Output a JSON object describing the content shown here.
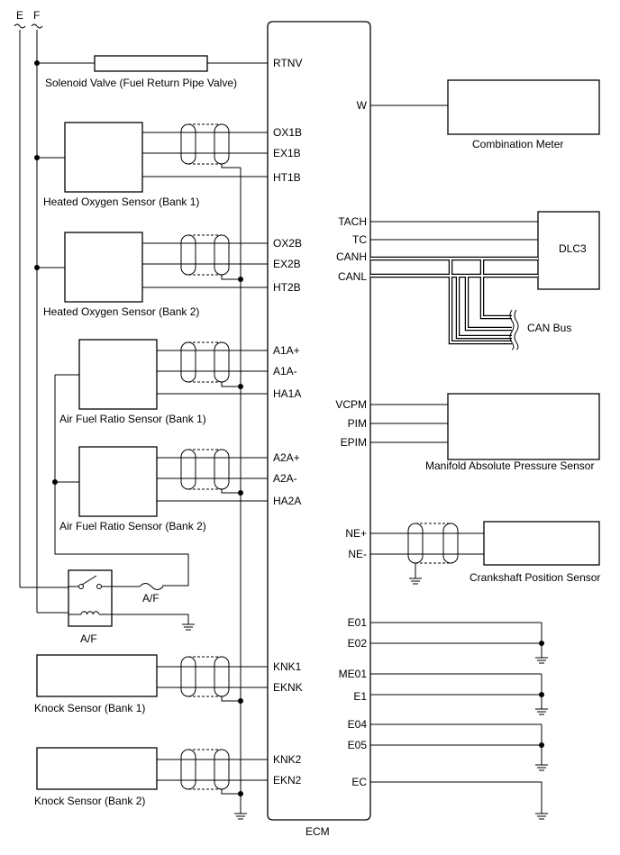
{
  "supply": {
    "e": "E",
    "f": "F"
  },
  "ecm": {
    "label": "ECM",
    "left_terminals": [
      "RTNV",
      "OX1B",
      "EX1B",
      "HT1B",
      "OX2B",
      "EX2B",
      "HT2B",
      "A1A+",
      "A1A-",
      "HA1A",
      "A2A+",
      "A2A-",
      "HA2A",
      "KNK1",
      "EKNK",
      "KNK2",
      "EKN2"
    ],
    "right_terminals": [
      "W",
      "TACH",
      "TC",
      "CANH",
      "CANL",
      "VCPM",
      "PIM",
      "EPIM",
      "NE+",
      "NE-",
      "E01",
      "E02",
      "ME01",
      "E1",
      "E04",
      "E05",
      "EC"
    ]
  },
  "components": {
    "solenoid_valve": "Solenoid Valve (Fuel Return Pipe Valve)",
    "ho2_bank1": "Heated Oxygen Sensor (Bank 1)",
    "ho2_bank2": "Heated Oxygen Sensor (Bank 2)",
    "af_bank1": "Air Fuel Ratio Sensor (Bank 1)",
    "af_bank2": "Air Fuel Ratio Sensor (Bank 2)",
    "af_relay": "A/F",
    "af_fuse": "A/F",
    "knock_bank1": "Knock Sensor (Bank 1)",
    "knock_bank2": "Knock Sensor (Bank 2)",
    "combination_meter": "Combination Meter",
    "dlc3": "DLC3",
    "can_bus": "CAN Bus",
    "map_sensor": "Manifold Absolute Pressure Sensor",
    "crank_sensor": "Crankshaft Position Sensor"
  }
}
